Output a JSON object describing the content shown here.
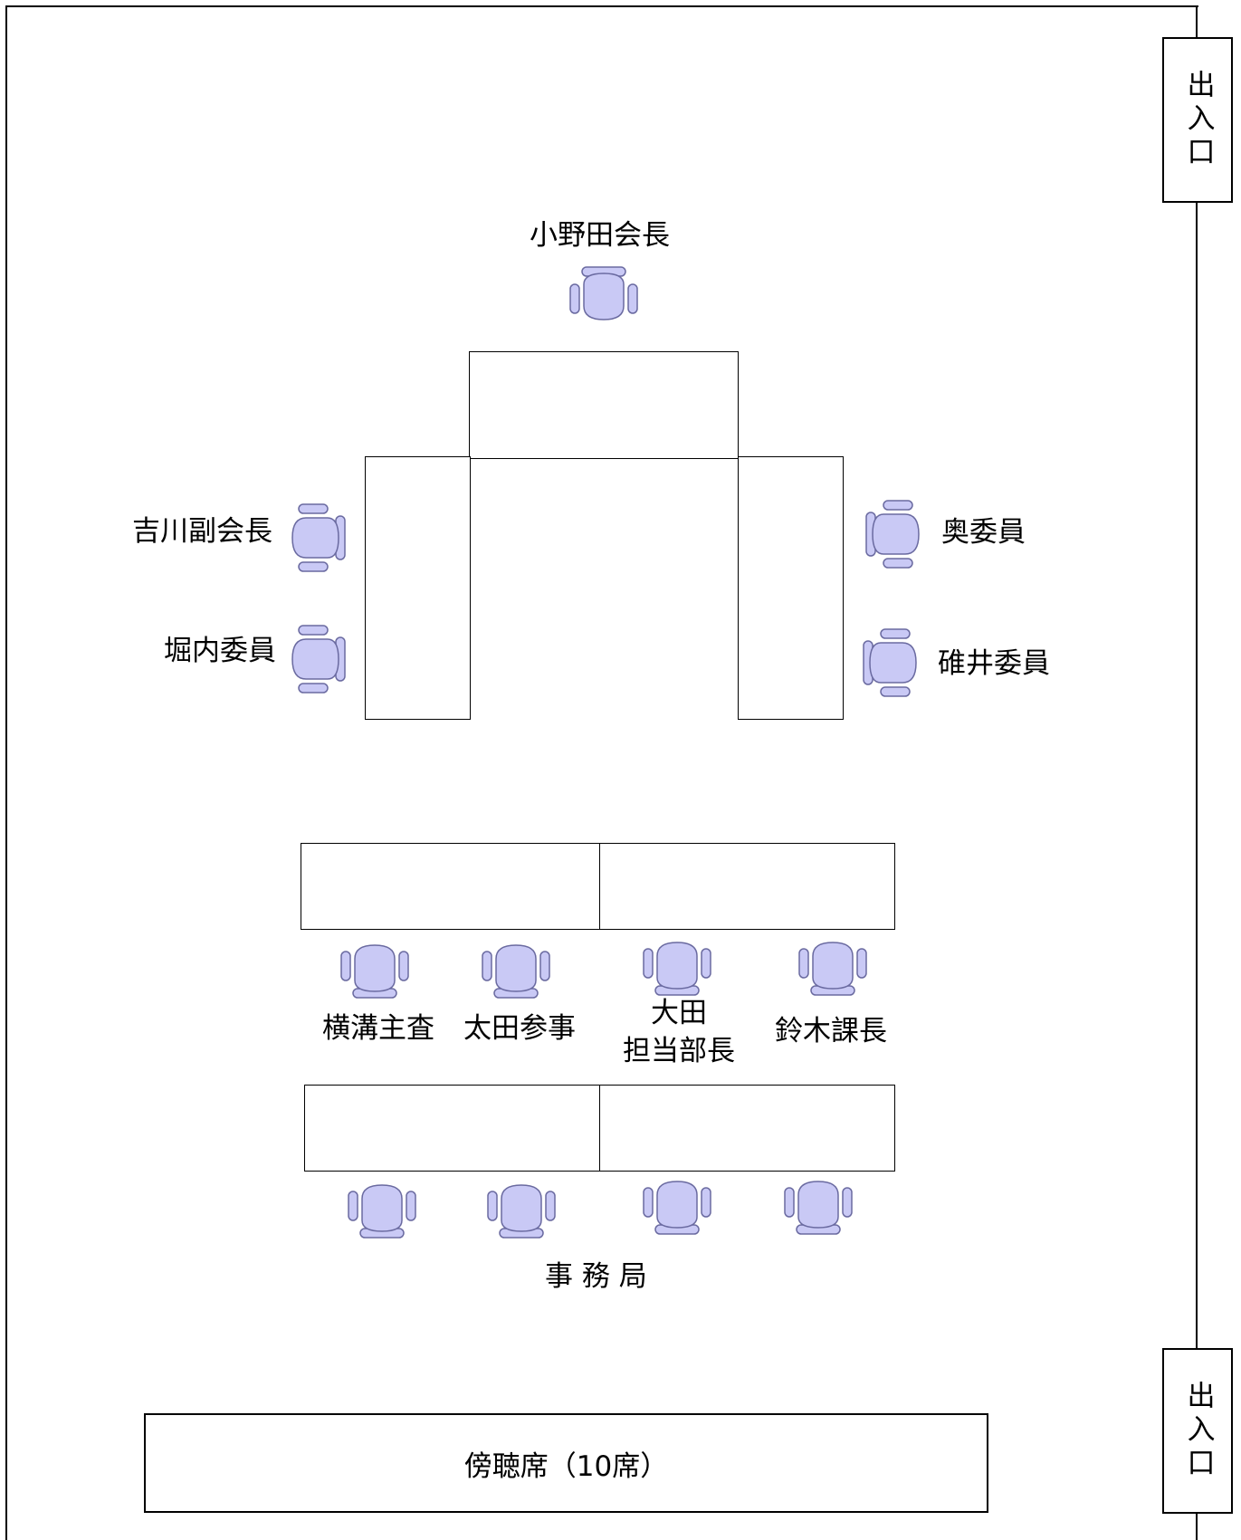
{
  "exit_label": "出入口",
  "chair_color": "#c9c9f5",
  "chair_stroke": "#6a6aa0",
  "labels": {
    "chair_head": "小野田会長",
    "vice_chair": "吉川副会長",
    "horiuchi": "堀内委員",
    "oku": "奥委員",
    "usui": "碓井委員",
    "yokomizo": "横溝主査",
    "ota_sanji": "太田参事",
    "ota_bucho_line1": "大田",
    "ota_bucho_line2": "担当部長",
    "suzuki": "鈴木課長",
    "secretariat": "事 務 局",
    "gallery": "傍聴席（10席）"
  }
}
